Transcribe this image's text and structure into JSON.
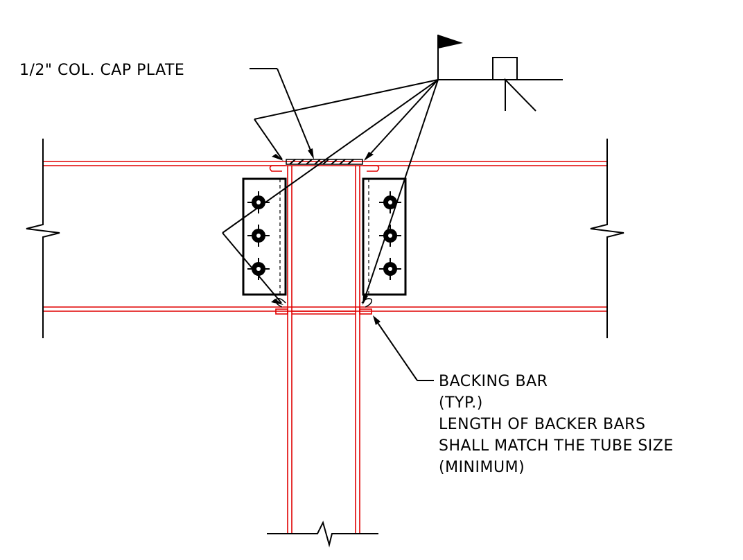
{
  "labels": {
    "cap_plate": "1/2\" COL. CAP PLATE",
    "backing_bar_lines": [
      "BACKING BAR",
      "(TYP.)",
      "LENGTH OF BACKER BARS",
      "SHALL MATCH THE TUBE SIZE",
      "(MINIMUM)"
    ]
  },
  "colors": {
    "steel_member": "#e00000",
    "linework": "#000000",
    "background": "#ffffff"
  },
  "symbols": [
    "field-weld-flag-icon",
    "square-groove-weld-icon",
    "fillet-weld-icon",
    "bolt-icon"
  ]
}
